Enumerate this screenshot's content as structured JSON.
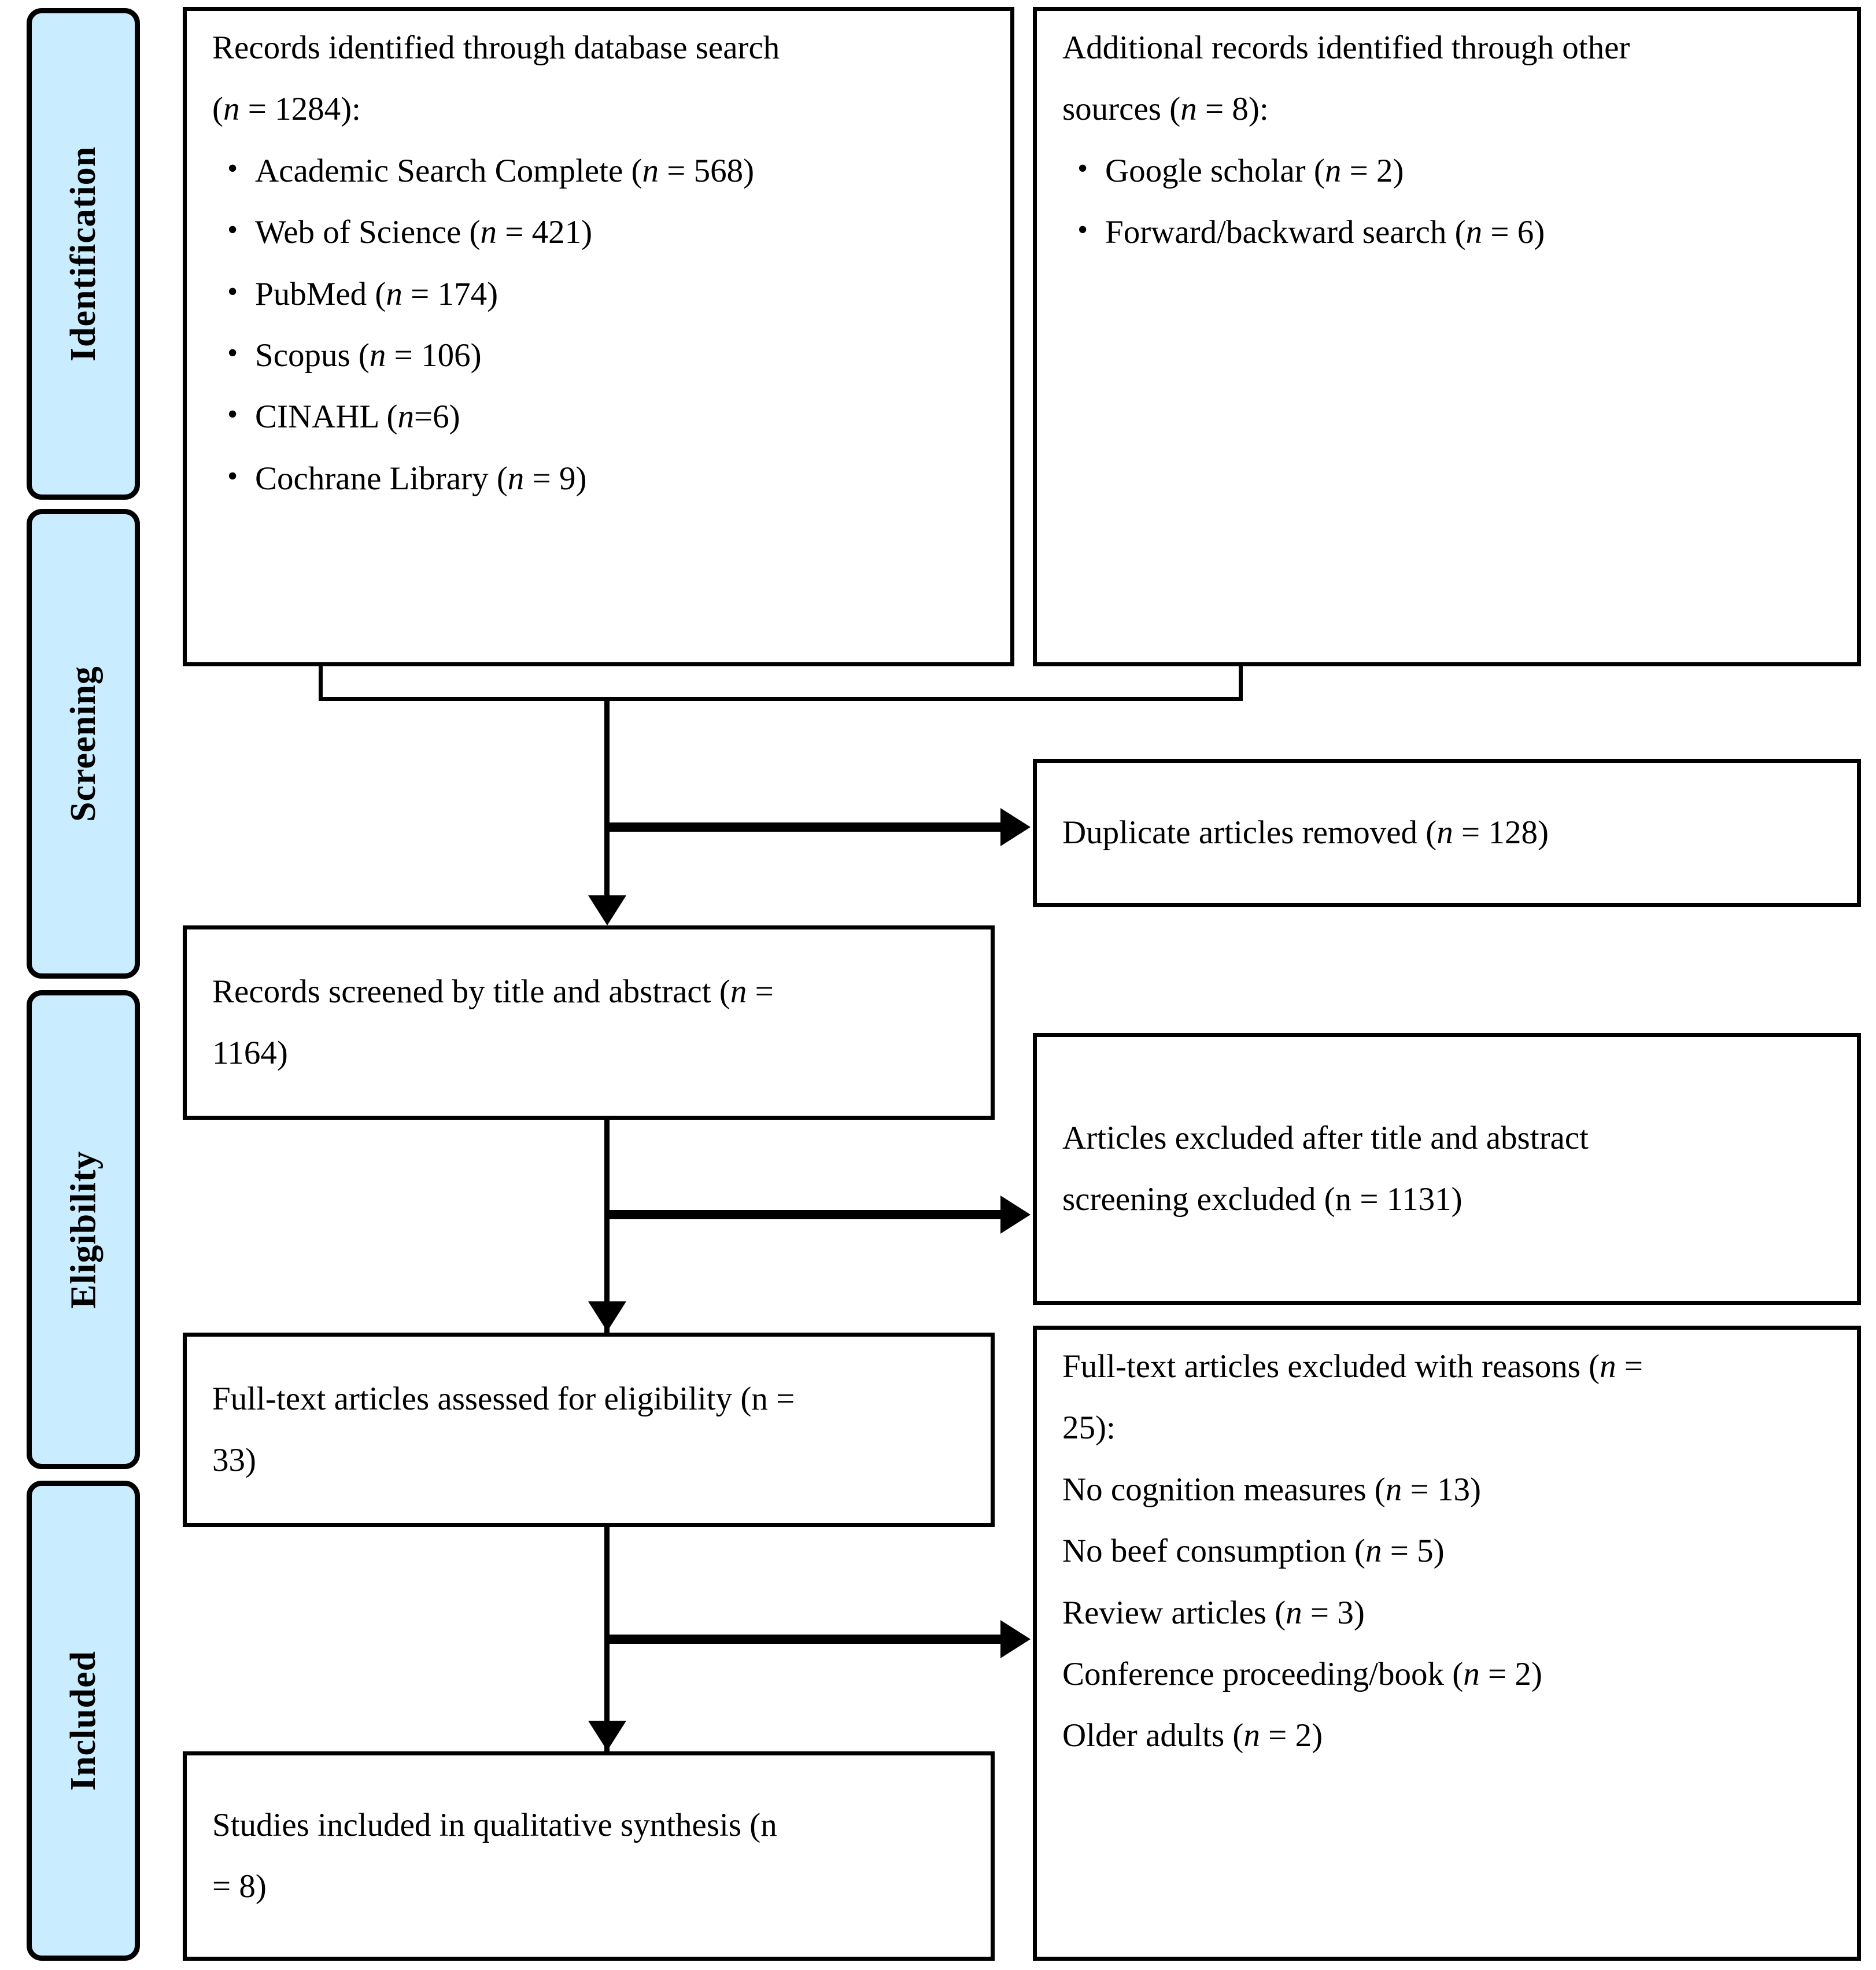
{
  "diagram": {
    "type": "prisma-flow-diagram",
    "accent_color": "#c9ecff",
    "line_color": "#000000"
  },
  "stages": [
    {
      "label": "Identification"
    },
    {
      "label": "Screening"
    },
    {
      "label": "Eligibility"
    },
    {
      "label": "Included"
    }
  ],
  "boxes": {
    "database_records": {
      "heading": "Records identified through database search",
      "count_line": "(n = 1284):",
      "sources": [
        "Academic Search Complete (n = 568)",
        "Web of Science (n = 421)",
        "PubMed (n = 174)",
        "Scopus (n = 106)",
        "CINAHL (n=6)",
        "Cochrane Library (n = 9)"
      ]
    },
    "other_records": {
      "heading": "Additional records identified through other",
      "count_line": "sources (n = 8):",
      "sources": [
        "Google scholar (n = 2)",
        "Forward/backward search (n = 6)"
      ]
    },
    "duplicates_removed": {
      "text": "Duplicate articles removed (n = 128)"
    },
    "records_screened": {
      "line1": "Records screened by title and abstract (n =",
      "line2": "1164)"
    },
    "excluded_title_abstract": {
      "line1": "Articles excluded after title and abstract",
      "line2": "screening excluded (n = 1131)"
    },
    "fulltext_assessed": {
      "line1": "Full-text articles assessed for eligibility (n =",
      "line2": "33)"
    },
    "fulltext_excluded": {
      "line1": "Full-text articles excluded with reasons (n =",
      "line2": "25):",
      "reasons": [
        "No cognition measures (n = 13)",
        "No beef consumption (n = 5)",
        "Review articles (n = 3)",
        "Conference proceeding/book (n = 2)",
        "Older adults (n = 2)"
      ]
    },
    "studies_included": {
      "line1": "Studies included in qualitative synthesis (n",
      "line2": "= 8)"
    }
  }
}
